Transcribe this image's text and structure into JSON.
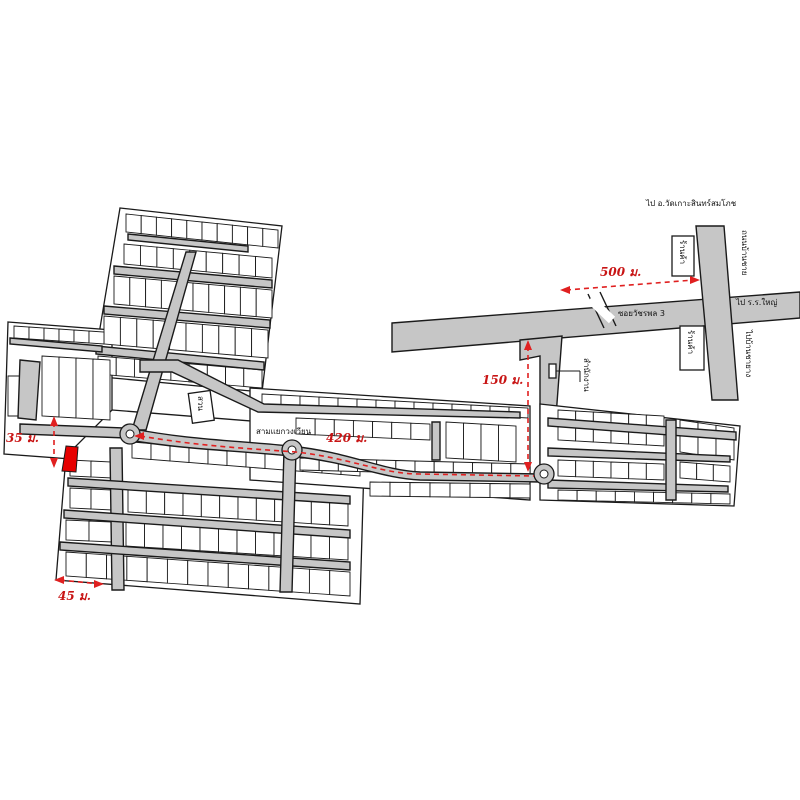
{
  "labels": {
    "to_top_right": "ไป อ.วัดเกาะสินทร์สมโภช",
    "main_road_v": "ถนนบ้านชาย",
    "to_right": "ไป ร.ร.ใหญ่",
    "main_road_v2": "ไปบ้านชายาง",
    "soi_road": "ซอยวัชรพล 3",
    "shop1": "ร้านค้า",
    "shop2": "ร้านค้า",
    "office": "สำนักงาน",
    "park": "สวน",
    "roundabout": "สามแยกวงเวียน"
  },
  "distances": {
    "d500": "500 ม.",
    "d150": "150 ม.",
    "d420": "420 ม.",
    "d35": "35 ม.",
    "d45": "45 ม."
  },
  "colors": {
    "road": "#c6c6c6",
    "line": "#1a1a1a",
    "marker": "#e60000",
    "distance": "#e02020"
  },
  "icons": [
    "roundabout-icon",
    "target-plot-marker",
    "road-break-icon"
  ]
}
